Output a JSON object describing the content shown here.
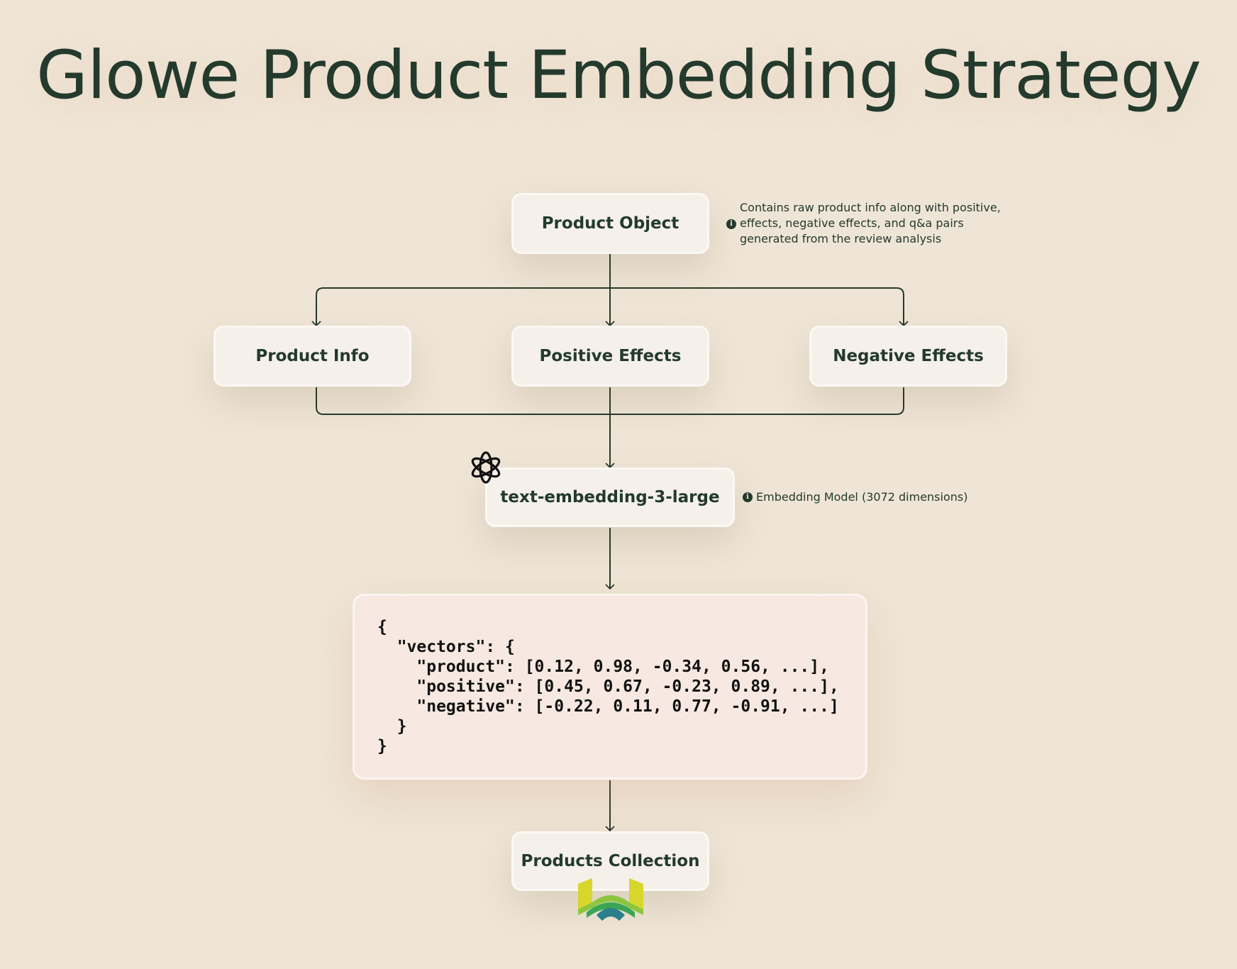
{
  "title": "Glowe Product Embedding Strategy",
  "nodes": {
    "product_object": "Product Object",
    "product_info": "Product Info",
    "positive_effects": "Positive Effects",
    "negative_effects": "Negative Effects",
    "model": "text-embedding-3-large",
    "collection": "Products Collection"
  },
  "notes": {
    "product_object": [
      "Contains raw product info along with positive,",
      "effects, negative effects, and q&a pairs",
      "generated from the review analysis"
    ],
    "model": "Embedding Model (3072 dimensions)"
  },
  "code_lines": [
    "{",
    "  \"vectors\": {",
    "    \"product\": [0.12, 0.98, -0.34, 0.56, ...],",
    "    \"positive\": [0.45, 0.67, -0.23, 0.89, ...],",
    "    \"negative\": [-0.22, 0.11, 0.77, -0.91, ...]",
    "  }",
    "}"
  ],
  "icons": {
    "model_logo": "openai-logo-icon",
    "collection_logo": "weaviate-logo-icon",
    "note_icon": "info-icon"
  },
  "colors": {
    "background": "#efe5d6",
    "text": "#233a2c",
    "node_fill": "#f5f0ea",
    "code_fill": "#f7e9e1"
  }
}
